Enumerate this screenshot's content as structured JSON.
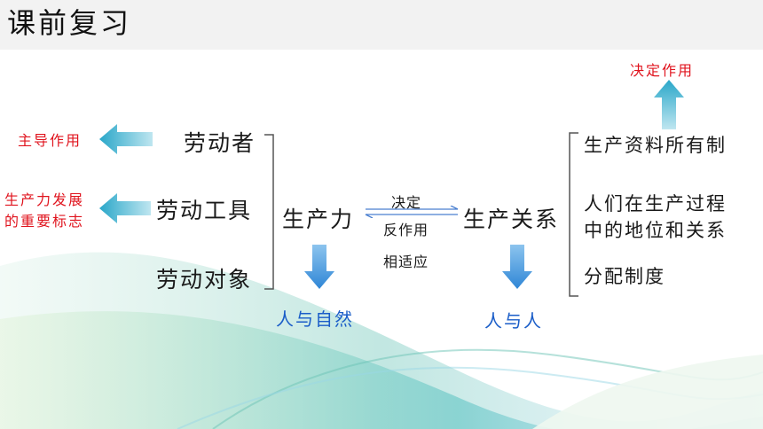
{
  "title": "课前复习",
  "productive_forces": {
    "label": "生产力",
    "elements": [
      "劳动者",
      "劳动工具",
      "劳动对象"
    ],
    "roles": [
      "主导作用",
      "生产力发展",
      "的重要标志"
    ],
    "relation": "人与自然"
  },
  "relations_of_production": {
    "label": "生产关系",
    "components": [
      "生产资料所有制",
      "人们在生产过程",
      "中的地位和关系",
      "分配制度"
    ],
    "top_role": "决定作用",
    "relation": "人与人"
  },
  "interaction": {
    "forward": "决定",
    "reverse": "反作用",
    "fit": "相适应"
  },
  "colors": {
    "arrow_teal": "#2aa7c9",
    "arrow_blue": "#2f86d6",
    "red_text": "#e0141e",
    "blue_text": "#1a5dc8"
  }
}
